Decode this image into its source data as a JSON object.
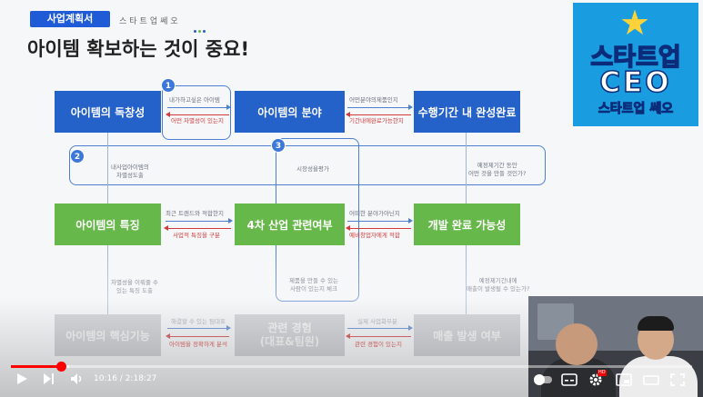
{
  "header": {
    "tag": "사업계획서",
    "channel_sub": "스타트업쎄오",
    "title": "아이템 확보하는 것이 중요!",
    "dot_colors": [
      "#2461c8",
      "#67b84a",
      "#2461c8"
    ]
  },
  "logo": {
    "line1": "스타트업",
    "line2": "CEO",
    "line3": "스타트업 쎄오"
  },
  "diagram": {
    "row1": [
      "아이템의 독창성",
      "아이템의 분야",
      "수행기간 내 완성완료"
    ],
    "row2": [
      "아이템의 특징",
      "4차 산업 관련여부",
      "개발 완료 가능성"
    ],
    "row3": [
      "아이템의 핵심기능",
      "관련 경험\n(대표&팀원)",
      "매출 발생 여부"
    ],
    "circles": [
      "1",
      "2",
      "3"
    ],
    "labels": {
      "r1a_top": "내가하고싶은 아이템",
      "r1a_bottom": "어떤 차별성이 있는지",
      "r1b_top": "어떤분야의제품인지",
      "r1b_bottom": "기간내에완료가능한지",
      "mid_left": "내사업아이템의\n차별성도출",
      "mid_center": "시장성을평가",
      "mid_right": "예정제기간 동안\n어떤 것을 만들 것인가?",
      "r2a_top": "최근 트렌드와 적합한지",
      "r2a_bottom": "사업적 특징을 구분",
      "r2b_top": "어떠한 분야가아닌지",
      "r2b_bottom": "예비창업자에게 적합",
      "low_left": "차별성을 이뤄줄 수\n있는 특징 도출",
      "low_center": "제품을 만들 수 있는\n사람이 있는지 체크",
      "low_right": "예정제기간내에\n매출이 발생될 수 있는가?",
      "r3a_top": "해결할 수 있는 팀대표",
      "r3a_bottom": "아이템을 정확하게 분석",
      "r3b_top": "실제 사업화부분",
      "r3b_bottom": "관련 경험이 있는지"
    }
  },
  "player": {
    "time_current": "10:16",
    "time_separator": " / ",
    "time_total": "2:18:27",
    "progress_played_fraction": 0.074,
    "progress_buffered_fraction": 0.085,
    "accent": "#ff0000",
    "settings_badge": "HD",
    "icons": [
      "play-icon",
      "next-icon",
      "volume-icon",
      "autoplay-toggle-icon",
      "subtitles-icon",
      "settings-icon",
      "miniplayer-icon",
      "theater-icon",
      "fullscreen-icon"
    ]
  }
}
